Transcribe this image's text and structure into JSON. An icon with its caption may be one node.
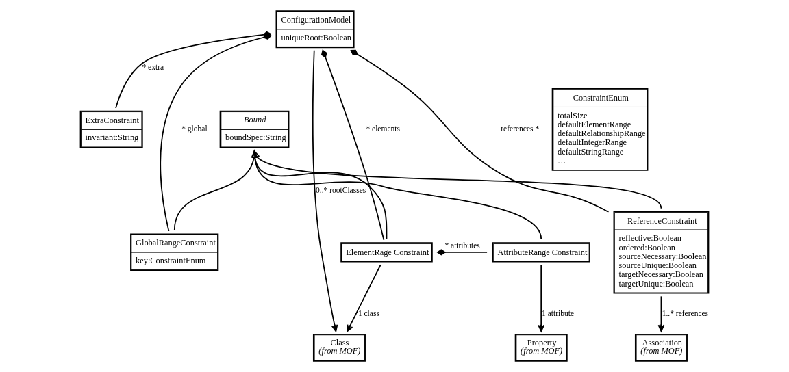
{
  "diagram": {
    "nodes": [
      {
        "text": [
          "ConfigurationModel",
          "uniqueRoot:Boolean"
        ]
      },
      {
        "text": [
          "ExtraConstraint",
          "invariant:String"
        ]
      },
      {
        "text": [
          "Bound",
          "boundSpec:String"
        ]
      },
      {
        "text": [
          "ConstraintEnum",
          "totalSize",
          "defaultElementRange",
          "defaultRelationshipRange",
          "defaultIntegerRange",
          "defaultStringRange",
          "…"
        ]
      },
      {
        "text": [
          "GlobalRangeConstraint",
          "key:ConstraintEnum"
        ]
      },
      {
        "text": [
          "ElementRage Constraint"
        ]
      },
      {
        "text": [
          "AttributeRange Constraint"
        ]
      },
      {
        "text": [
          "ReferenceConstraint",
          "reflective:Boolean",
          "ordered:Boolean",
          "sourceNecessary:Boolean",
          "sourceUnique:Boolean",
          "targetNecessary:Boolean",
          "targetUnique:Boolean"
        ]
      },
      {
        "text": [
          "Class",
          "(from MOF)"
        ]
      },
      {
        "text": [
          "Property",
          "(from MOF)"
        ]
      },
      {
        "text": [
          "Association",
          "(from MOF)"
        ]
      }
    ],
    "edges": [
      {
        "from": 0,
        "to": 1,
        "arrow": "other",
        "label": "* extra"
      },
      {
        "from": 0,
        "to": 4,
        "arrow": "other",
        "label": "* global"
      },
      {
        "from": 0,
        "to": 5,
        "arrow": "other",
        "label": "* elements"
      },
      {
        "from": 0,
        "to": 7,
        "arrow": "other",
        "label": "references *"
      },
      {
        "from": 0,
        "to": 8,
        "arrow": "to",
        "label": "0..* rootClasses"
      },
      {
        "from": 4,
        "to": 2,
        "arrow": "to"
      },
      {
        "from": 5,
        "to": 2,
        "arrow": "to"
      },
      {
        "from": 6,
        "to": 2,
        "arrow": "to"
      },
      {
        "from": 7,
        "to": 2,
        "arrow": "to"
      },
      {
        "from": 5,
        "to": 8,
        "arrow": "to",
        "label": "1 class"
      },
      {
        "from": 5,
        "to": 6,
        "arrow": "other",
        "label": "* attributes"
      },
      {
        "from": 6,
        "to": 9,
        "arrow": "to",
        "label": "1 attribute"
      },
      {
        "from": 7,
        "to": 10,
        "arrow": "to",
        "label": "1..* references"
      }
    ]
  }
}
